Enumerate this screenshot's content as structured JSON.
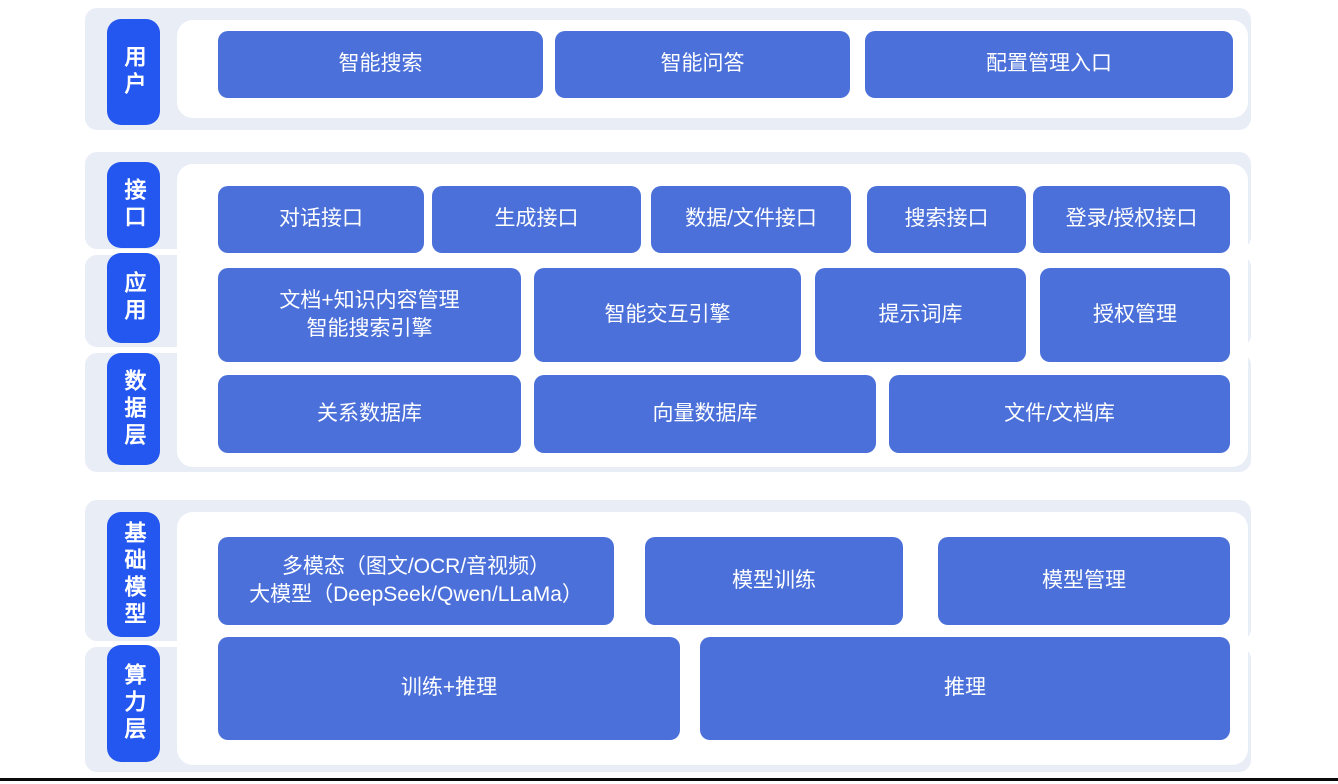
{
  "colors": {
    "band": "#e8edf6",
    "label_bg": "#2456f0",
    "box_bg": "#4b70d9",
    "text": "#ffffff",
    "bottom_line": "#0a0a0a"
  },
  "sections": [
    {
      "labels": [
        "用户"
      ],
      "rows": [
        [
          {
            "label": "智能搜索"
          },
          {
            "label": "智能问答"
          },
          {
            "label": "配置管理入口"
          }
        ]
      ]
    },
    {
      "labels": [
        "接口",
        "应用",
        "数据层"
      ],
      "rows": [
        [
          {
            "label": "对话接口"
          },
          {
            "label": "生成接口"
          },
          {
            "label": "数据/文件接口"
          },
          {
            "label": "搜索接口"
          },
          {
            "label": "登录/授权接口"
          }
        ],
        [
          {
            "line1": "文档+知识内容管理",
            "line2": "智能搜索引擎"
          },
          {
            "label": "智能交互引擎"
          },
          {
            "label": "提示词库"
          },
          {
            "label": "授权管理"
          }
        ],
        [
          {
            "label": "关系数据库"
          },
          {
            "label": "向量数据库"
          },
          {
            "label": "文件/文档库"
          }
        ]
      ]
    },
    {
      "labels": [
        "基础模型",
        "算力层"
      ],
      "rows": [
        [
          {
            "line1": "多模态（图文/OCR/音视频）",
            "line2": "大模型（DeepSeek/Qwen/LLaMa）"
          },
          {
            "label": "模型训练"
          },
          {
            "label": "模型管理"
          }
        ],
        [
          {
            "label": "训练+推理"
          },
          {
            "label": "推理"
          }
        ]
      ]
    }
  ]
}
